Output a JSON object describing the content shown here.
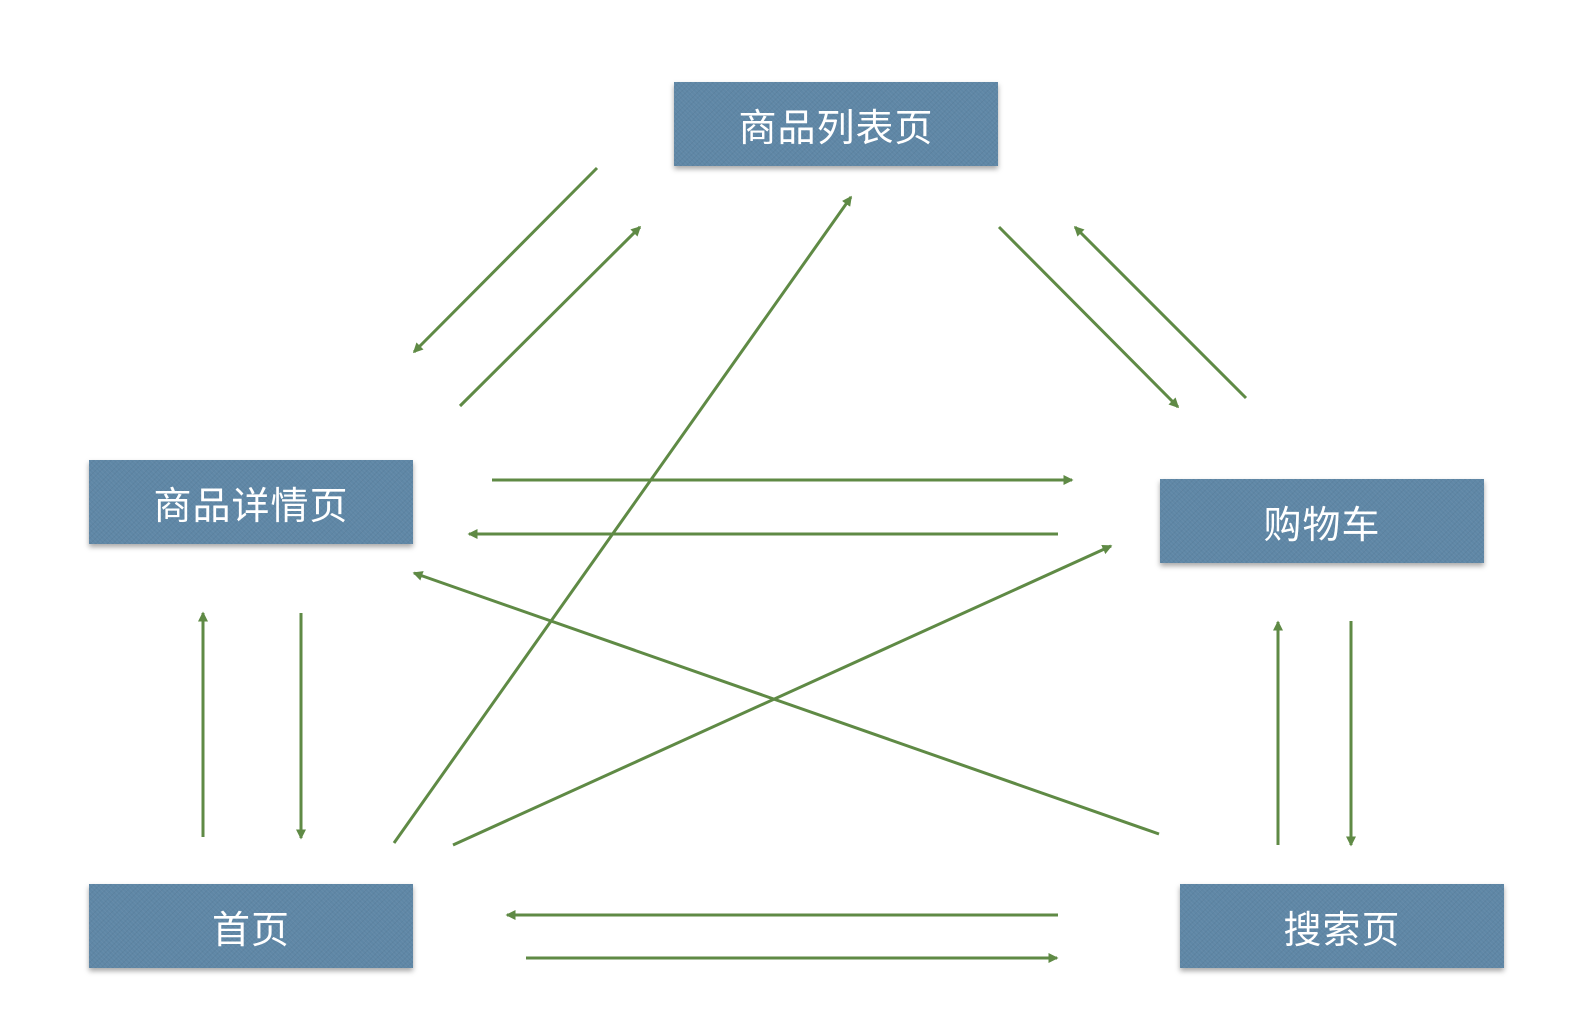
{
  "colors": {
    "node_fill": "#5f87a6",
    "node_text": "#ffffff",
    "arrow": "#5f8a45"
  },
  "nodes": {
    "list": {
      "label": "商品列表页"
    },
    "detail": {
      "label": "商品详情页"
    },
    "cart": {
      "label": "购物车"
    },
    "home": {
      "label": "首页"
    },
    "search": {
      "label": "搜索页"
    }
  },
  "edges": [
    {
      "from": "list",
      "to": "detail"
    },
    {
      "from": "detail",
      "to": "list"
    },
    {
      "from": "home",
      "to": "list"
    },
    {
      "from": "list",
      "to": "cart"
    },
    {
      "from": "cart",
      "to": "list"
    },
    {
      "from": "detail",
      "to": "cart"
    },
    {
      "from": "cart",
      "to": "detail"
    },
    {
      "from": "search",
      "to": "detail"
    },
    {
      "from": "home",
      "to": "cart"
    },
    {
      "from": "home",
      "to": "detail"
    },
    {
      "from": "detail",
      "to": "home"
    },
    {
      "from": "search",
      "to": "cart"
    },
    {
      "from": "cart",
      "to": "search"
    },
    {
      "from": "search",
      "to": "home"
    },
    {
      "from": "home",
      "to": "search"
    }
  ]
}
